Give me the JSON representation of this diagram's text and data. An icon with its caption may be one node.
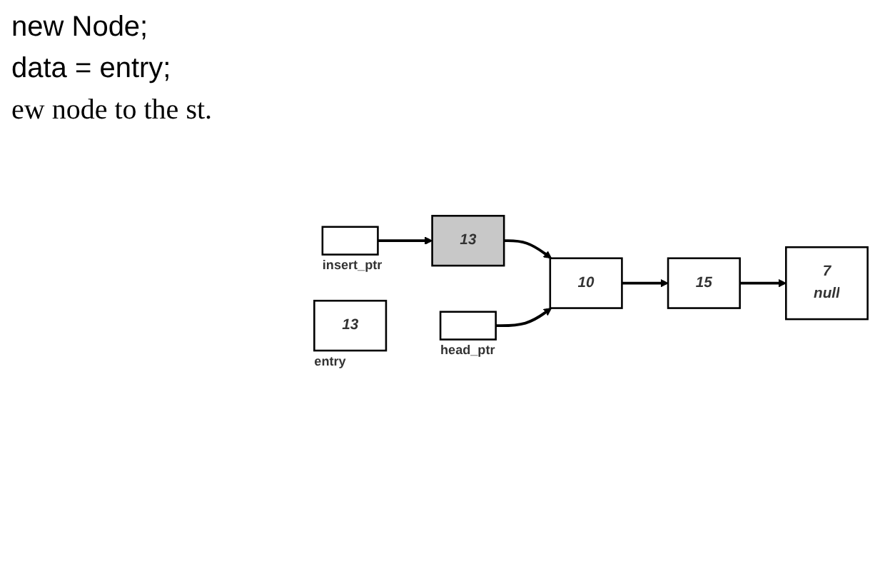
{
  "diagram": {
    "nodes": [
      {
        "text": [],
        "shape": "box",
        "beside": [
          "insert_ptr"
        ]
      },
      {
        "text": [
          "13"
        ]
      },
      {
        "text": [
          "15"
        ]
      },
      {
        "text": [
          "10"
        ]
      },
      {
        "text": [
          "7",
          "null"
        ]
      },
      {
        "text": [
          "13"
        ],
        "beside": [
          "entry"
        ]
      },
      {
        "text": [],
        "shape": "box",
        "beside": [
          "head_ptr"
        ]
      }
    ],
    "edges": [
      {
        "from": 0,
        "to": 1,
        "arrow": "to"
      },
      {
        "from": 1,
        "to": 3,
        "arrow": "to"
      },
      {
        "from": 6,
        "to": 3,
        "arrow": "to"
      },
      {
        "from": 3,
        "to": 2,
        "arrow": "to"
      },
      {
        "from": 2,
        "to": 4,
        "arrow": "to"
      }
    ],
    "labels": [
      "new Node;",
      "data = entry;",
      "ew node to the st."
    ]
  }
}
